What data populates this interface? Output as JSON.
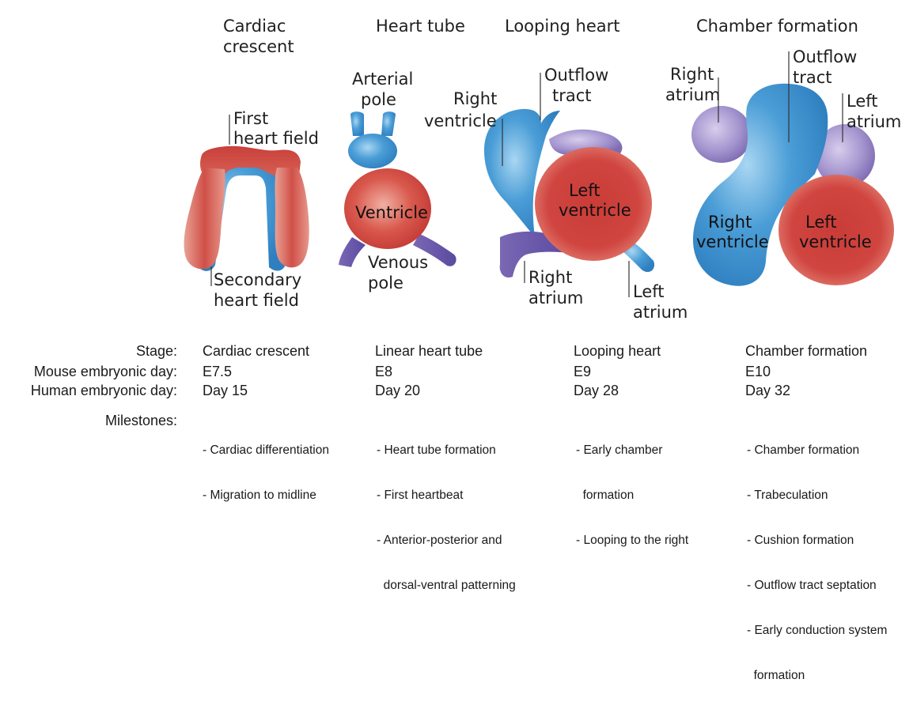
{
  "stage_titles": [
    [
      "Cardiac",
      "crescent"
    ],
    [
      "Heart tube"
    ],
    [
      "Looping heart"
    ],
    [
      "Chamber formation"
    ]
  ],
  "labels": {
    "first_heart_field": [
      "First",
      "heart field"
    ],
    "secondary_heart_field": [
      "Secondary",
      "heart field"
    ],
    "arterial_pole": [
      "Arterial",
      "pole"
    ],
    "ventricle": "Ventricle",
    "venous_pole": [
      "Venous",
      "pole"
    ],
    "loop_right_ventricle": [
      "Right",
      "ventricle"
    ],
    "loop_outflow_tract": [
      "Outflow",
      "tract"
    ],
    "loop_left_ventricle": [
      "Left",
      "ventricle"
    ],
    "loop_right_atrium": [
      "Right",
      "atrium"
    ],
    "loop_left_atrium": [
      "Left",
      "atrium"
    ],
    "ch_right_atrium": [
      "Right",
      "atrium"
    ],
    "ch_outflow_tract": [
      "Outflow",
      "tract"
    ],
    "ch_left_atrium": [
      "Left",
      "atrium"
    ],
    "ch_right_ventricle": [
      "Right",
      "ventricle"
    ],
    "ch_left_ventricle": [
      "Left",
      "ventricle"
    ]
  },
  "colors": {
    "red": "#d2453f",
    "red_light": "#e89a8e",
    "blue": "#3e93cf",
    "blue_light": "#8cc6ea",
    "purple": "#8a78bd",
    "purple_light": "#c6b8e0"
  },
  "table": {
    "row_labels": [
      "Stage:",
      "Mouse embryonic day:",
      "Human embryonic day:",
      "Milestones:"
    ],
    "columns": [
      {
        "stage": "Cardiac crescent",
        "mouse": "E7.5",
        "human": "Day 15",
        "milestones": [
          "- Cardiac differentiation",
          "- Migration to midline"
        ]
      },
      {
        "stage": "Linear heart tube",
        "mouse": "E8",
        "human": "Day 20",
        "milestones": [
          "- Heart tube formation",
          "- First heartbeat",
          "- Anterior-posterior and",
          "  dorsal-ventral patterning"
        ]
      },
      {
        "stage": "Looping heart",
        "mouse": "E9",
        "human": "Day 28",
        "milestones": [
          "- Early chamber",
          "  formation",
          "- Looping to the right"
        ]
      },
      {
        "stage": "Chamber formation",
        "mouse": "E10",
        "human": "Day 32",
        "milestones": [
          "- Chamber formation",
          "- Trabeculation",
          "- Cushion formation",
          "- Outflow tract septation",
          "- Early conduction system",
          "  formation"
        ]
      }
    ]
  }
}
